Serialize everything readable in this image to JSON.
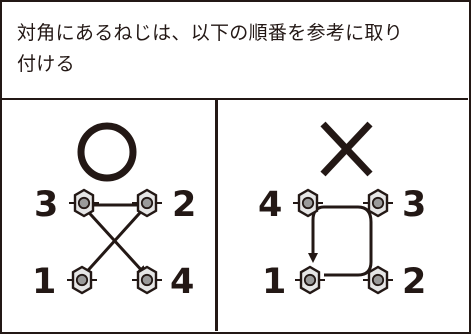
{
  "instruction": {
    "line1": "対角にあるねじは、以下の順番を参考に取り",
    "line2": "付ける"
  },
  "panels": [
    {
      "mark": "O",
      "mark_icon": "circle-correct-icon",
      "labels": {
        "top_left": "3",
        "top_right": "2",
        "bottom_left": "1",
        "bottom_right": "4"
      },
      "pattern": "diagonal-cross"
    },
    {
      "mark": "X",
      "mark_icon": "cross-incorrect-icon",
      "labels": {
        "top_left": "4",
        "top_right": "3",
        "bottom_left": "1",
        "bottom_right": "2"
      },
      "pattern": "sequential-loop"
    }
  ],
  "colors": {
    "ink": "#231815",
    "screw_fill": "#e6e6e6",
    "screw_inner": "#9a9a9a"
  }
}
